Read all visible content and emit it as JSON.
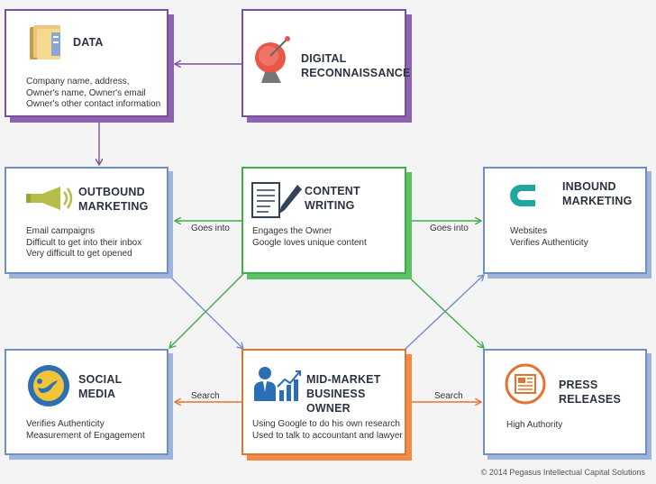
{
  "nodes": {
    "data": {
      "title": [
        "DATA"
      ],
      "desc": [
        "Company name, address,",
        "Owner's name, Owner's email",
        "Owner's other contact information"
      ],
      "icon": "folder-icon"
    },
    "recon": {
      "title": [
        "DIGITAL",
        "RECONNAISSANCE"
      ],
      "desc": [],
      "icon": "satellite-dish-icon"
    },
    "outbound": {
      "title": [
        "OUTBOUND",
        "MARKETING"
      ],
      "desc": [
        "Email campaigns",
        "Difficult to get into their inbox",
        "Very difficult to get opened"
      ],
      "icon": "megaphone-icon"
    },
    "content": {
      "title": [
        "CONTENT",
        "WRITING"
      ],
      "desc": [
        "Engages the Owner",
        "Google loves unique content"
      ],
      "icon": "document-pen-icon"
    },
    "inbound": {
      "title": [
        "INBOUND",
        "MARKETING"
      ],
      "desc": [
        "Websites",
        "Verifies Authenticity"
      ],
      "icon": "magnet-icon"
    },
    "social": {
      "title": [
        "SOCIAL",
        "MEDIA"
      ],
      "desc": [
        "Verifies Authenticity",
        "Measurement of Engagement"
      ],
      "icon": "social-bird-icon"
    },
    "owner": {
      "title": [
        "MID-MARKET",
        "BUSINESS OWNER"
      ],
      "desc": [
        "Using Google to do his own research",
        "Used to talk to accountant and lawyer"
      ],
      "icon": "person-chart-icon"
    },
    "press": {
      "title": [
        "PRESS",
        "RELEASES"
      ],
      "desc": [
        "High Authority"
      ],
      "icon": "newspaper-icon"
    }
  },
  "edge_labels": {
    "goes_into_left": "Goes into",
    "goes_into_right": "Goes into",
    "search_left": "Search",
    "search_right": "Search"
  },
  "colors": {
    "purple": "#7b4fa0",
    "blue": "#6f8fc7",
    "green": "#3fae49",
    "orange": "#e4732f"
  },
  "footer": {
    "copyright": "© 2014 Pegasus Intellectual Capital Solutions"
  }
}
